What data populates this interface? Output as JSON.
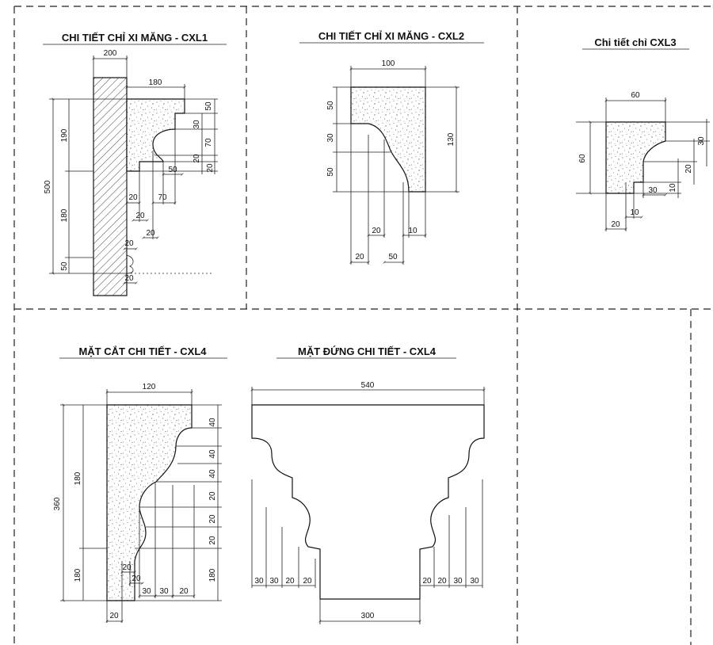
{
  "titles": {
    "cxl1": "CHI TIẾT CHỈ XI MĂNG - CXL1",
    "cxl2": "CHI TIẾT CHỈ XI MĂNG - CXL2",
    "cxl3": "Chi tiết chỉ CXL3",
    "cxl4_section": "MẶT CẮT CHI TIẾT  - CXL4",
    "cxl4_elevation": "MẶT ĐỨNG CHI TIẾT  - CXL4"
  },
  "cxl1": {
    "top": "200",
    "proj": "180",
    "total": "500",
    "left": [
      "190",
      "180",
      "50"
    ],
    "right": [
      "50",
      "30",
      "70",
      "20",
      "20"
    ],
    "bottom": [
      "50",
      "70",
      "20",
      "20",
      "20",
      "20",
      "20"
    ]
  },
  "cxl2": {
    "top": "100",
    "height": "130",
    "left": [
      "50",
      "30",
      "50"
    ],
    "bottom": [
      "20",
      "10",
      "20",
      "50"
    ]
  },
  "cxl3": {
    "top": "60",
    "height": "60",
    "right": [
      "30",
      "20",
      "10"
    ],
    "bottom": [
      "30",
      "10",
      "20"
    ]
  },
  "cxl4_section": {
    "top": "120",
    "total": "360",
    "left": [
      "180",
      "180"
    ],
    "right": [
      "40",
      "40",
      "40",
      "20",
      "20",
      "20",
      "180"
    ],
    "bottom": [
      "20",
      "20",
      "20",
      "30",
      "30",
      "20"
    ]
  },
  "cxl4_elevation": {
    "top": "540",
    "bottom": "300",
    "left": [
      "30",
      "30",
      "20",
      "20"
    ],
    "right": [
      "20",
      "20",
      "30",
      "30"
    ]
  }
}
